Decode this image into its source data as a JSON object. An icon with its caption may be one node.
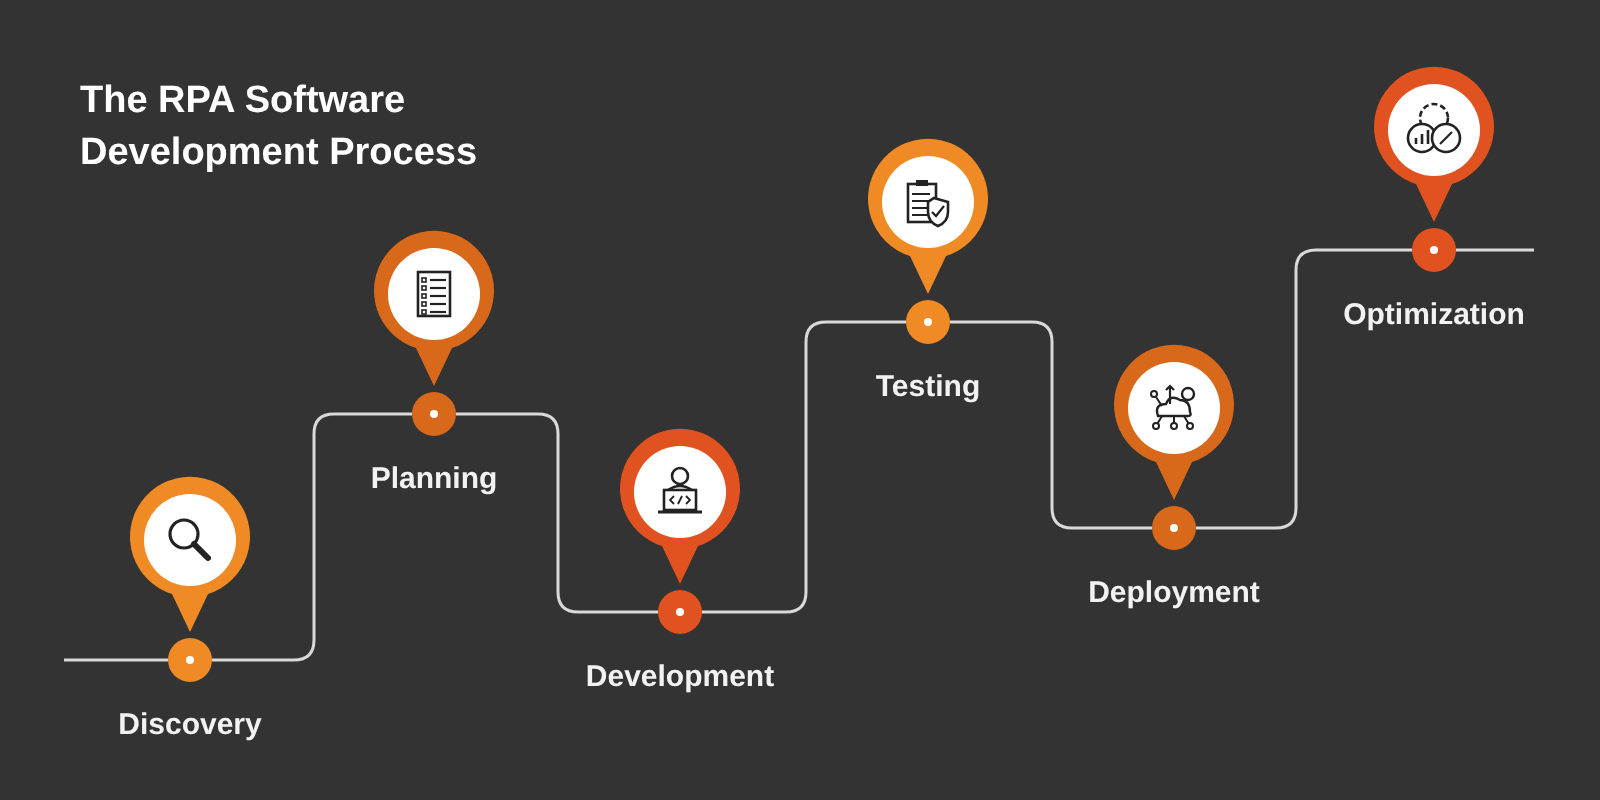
{
  "diagram": {
    "title": "The RPA Software Development Process",
    "nodes": [
      {
        "text": [],
        "shape": "circle",
        "beside": [
          "Discovery"
        ]
      },
      {
        "text": [],
        "shape": "circle",
        "beside": [
          "Planning"
        ]
      },
      {
        "text": [],
        "shape": "circle",
        "beside": [
          "Development"
        ]
      },
      {
        "text": [],
        "shape": "circle",
        "beside": [
          "Testing"
        ]
      },
      {
        "text": [],
        "shape": "circle",
        "beside": [
          "Deployment"
        ]
      },
      {
        "text": [],
        "shape": "circle",
        "beside": [
          "Optimization"
        ]
      }
    ],
    "edges": [
      {
        "from": null,
        "to": 0,
        "arrow": "none"
      },
      {
        "from": 0,
        "to": 1,
        "arrow": "none"
      },
      {
        "from": 1,
        "to": 2,
        "arrow": "none"
      },
      {
        "from": 2,
        "to": 3,
        "arrow": "none"
      },
      {
        "from": 3,
        "to": 4,
        "arrow": "none"
      },
      {
        "from": 4,
        "to": 5,
        "arrow": "none"
      },
      {
        "from": 5,
        "to": null,
        "arrow": "none"
      }
    ]
  }
}
